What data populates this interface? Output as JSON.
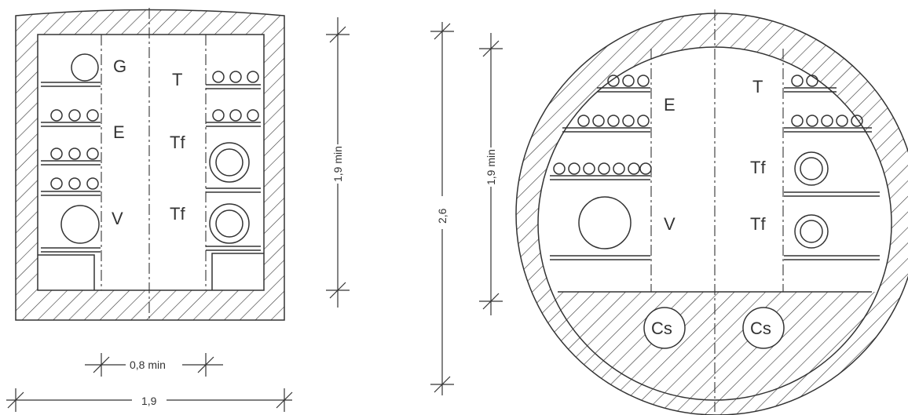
{
  "left_section": {
    "labels": {
      "g": "G",
      "e": "E",
      "v": "V",
      "t": "T",
      "tf_upper": "Tf",
      "tf_lower": "Tf"
    },
    "dimensions": {
      "height_min": "1,9 min",
      "aisle_width_min": "0,8 min",
      "total_width": "1,9"
    }
  },
  "right_section": {
    "labels": {
      "e": "E",
      "v": "V",
      "t": "T",
      "tf_upper": "Tf",
      "tf_lower": "Tf",
      "cs_left": "Cs",
      "cs_right": "Cs"
    },
    "dimensions": {
      "height_min": "1,9 min",
      "diameter": "2,6"
    }
  }
}
